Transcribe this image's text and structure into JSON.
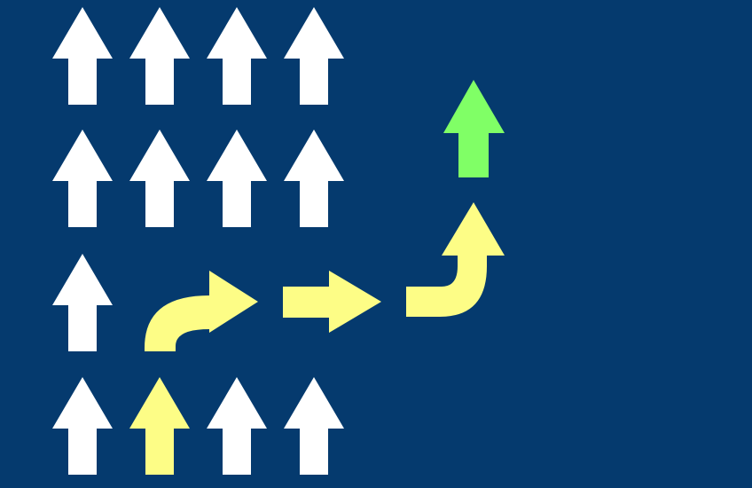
{
  "colors": {
    "background": "#053A6E",
    "arrow_default": "#FFFFFF",
    "arrow_path": "#FDFD86",
    "arrow_goal": "#80FF66"
  },
  "grid": {
    "rows": 4,
    "columns": 4,
    "empty_cells": [
      "row3-col2",
      "row3-col3",
      "row3-col4"
    ],
    "highlighted_start_cell": "row4-col2"
  },
  "icons": {
    "standard": "up-arrow-icon",
    "path_start": "up-arrow-icon",
    "path_turn": "curved-right-arrow-icon",
    "path_straight": "right-arrow-icon",
    "path_turn_up": "curved-up-arrow-icon",
    "goal": "up-arrow-icon"
  }
}
